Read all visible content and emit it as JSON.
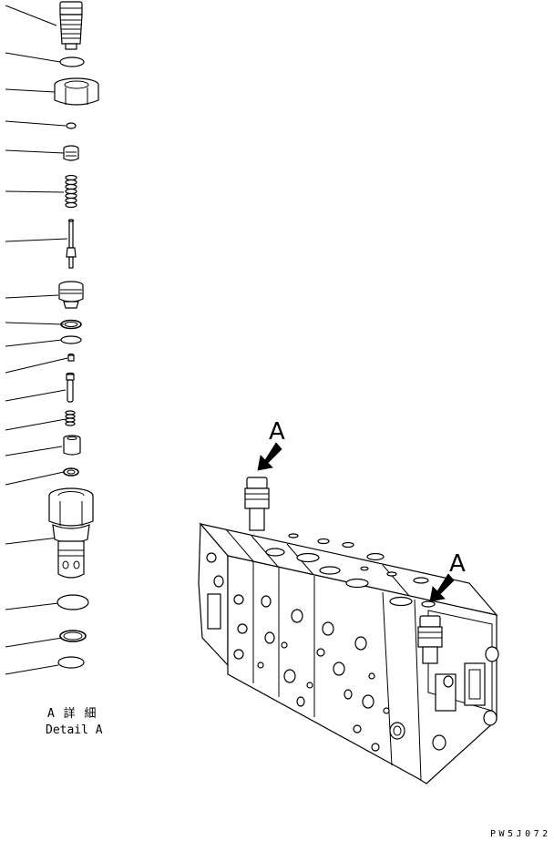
{
  "detail": {
    "label_jp": "A 詳 細",
    "label_en": "Detail A"
  },
  "callouts": [
    "A",
    "A"
  ],
  "drawing_code": "PW5J072",
  "parts": [
    {
      "name": "plug-part"
    },
    {
      "name": "o-ring-part"
    },
    {
      "name": "nut-part"
    },
    {
      "name": "ball-part"
    },
    {
      "name": "spring-seat-part"
    },
    {
      "name": "spring-part"
    },
    {
      "name": "poppet-rod-part"
    },
    {
      "name": "valve-seat-part"
    },
    {
      "name": "backup-ring-part"
    },
    {
      "name": "o-ring-part"
    },
    {
      "name": "pin-part"
    },
    {
      "name": "piston-part"
    },
    {
      "name": "small-spring-part"
    },
    {
      "name": "sleeve-part"
    },
    {
      "name": "ring-part"
    },
    {
      "name": "relief-valve-body-part"
    },
    {
      "name": "o-ring-part"
    },
    {
      "name": "backup-ring-part"
    },
    {
      "name": "o-ring-part"
    }
  ]
}
